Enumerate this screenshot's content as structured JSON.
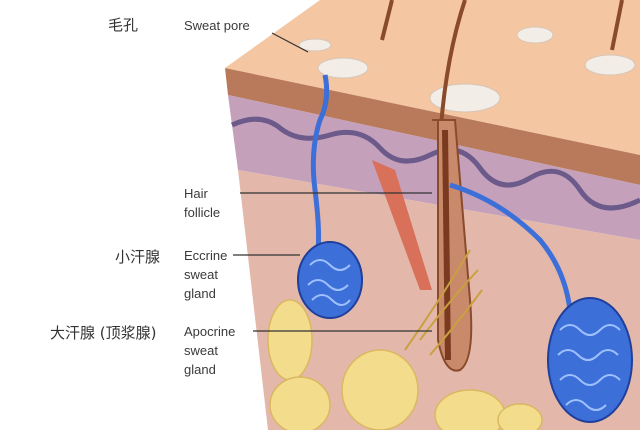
{
  "labels": {
    "sweat_pore": {
      "zh": "毛孔",
      "en": "Sweat pore"
    },
    "hair_follicle": {
      "en_line1": "Hair",
      "en_line2": "follicle"
    },
    "eccrine": {
      "zh": "小汗腺",
      "en_line1": "Eccrine",
      "en_line2": "sweat",
      "en_line3": "gland"
    },
    "apocrine": {
      "zh": "大汗腺 (顶浆腺)",
      "en_line1": "Apocrine",
      "en_line2": "sweat",
      "en_line3": "gland"
    }
  },
  "colors": {
    "surface": "#f3c3a0",
    "epidermis": "#b9785a",
    "dermis": "#c9a3b8",
    "subcutis": "#e2b7a8",
    "fat": "#f2dc8a",
    "gland": "#3d6fd8",
    "hair": "#8a4a2c"
  }
}
